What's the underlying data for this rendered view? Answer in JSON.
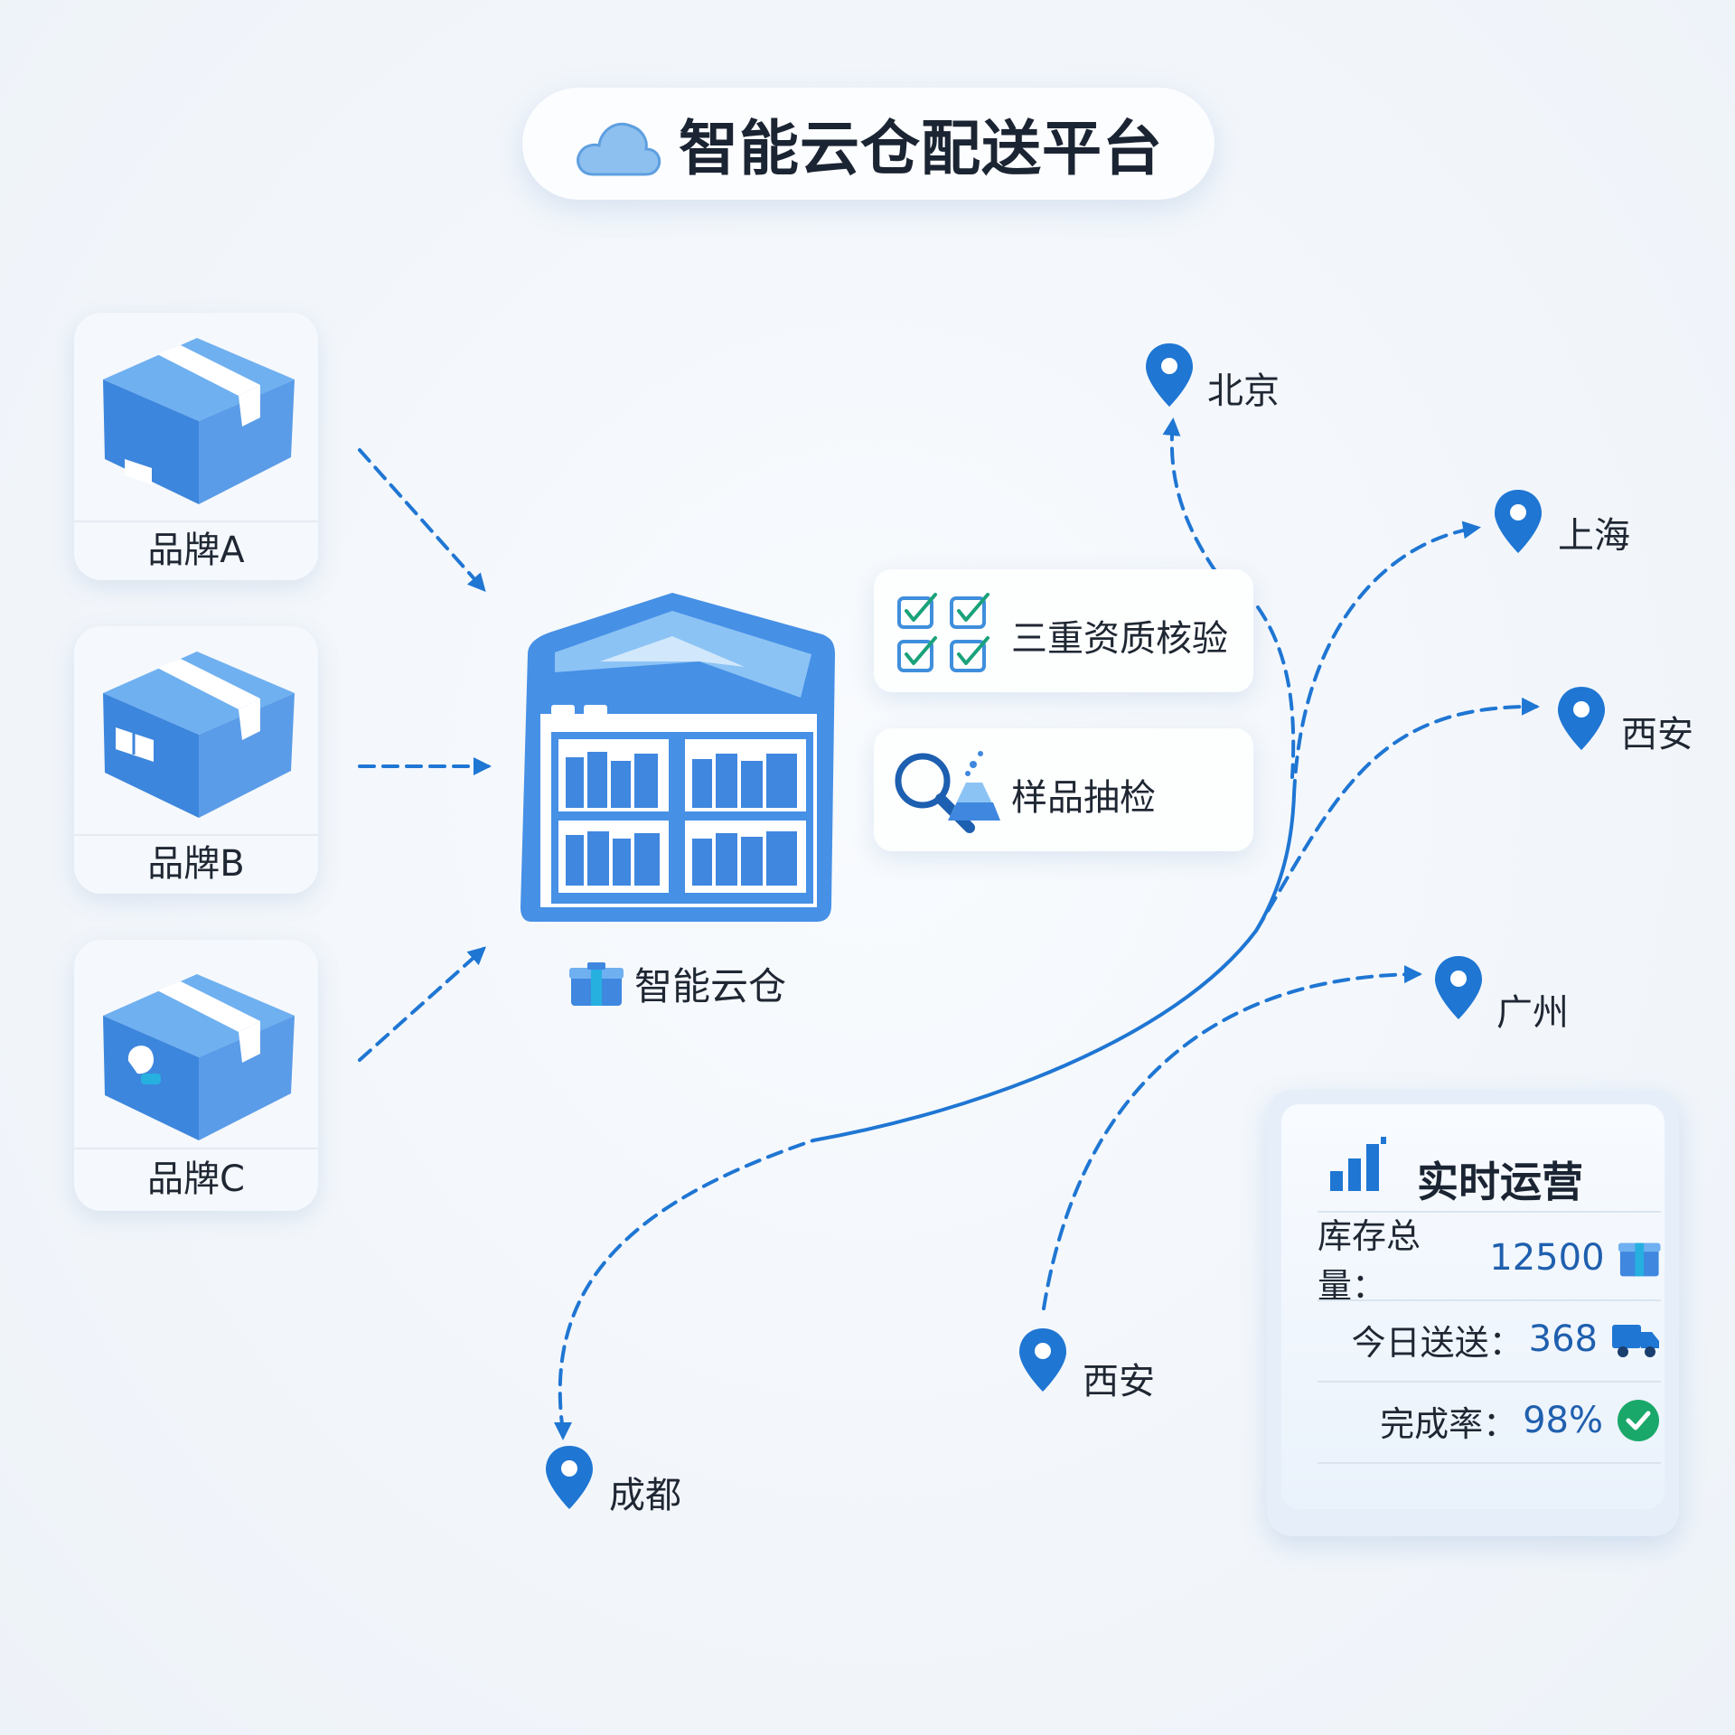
{
  "title": "智能云仓配送平台",
  "brands": [
    {
      "label": "品牌A",
      "icon": "box-icon"
    },
    {
      "label": "品牌B",
      "icon": "box-icon"
    },
    {
      "label": "品牌C",
      "icon": "box-icon"
    }
  ],
  "warehouse": {
    "label": "智能云仓",
    "icon": "warehouse-icon"
  },
  "checks": {
    "qualification": {
      "label": "三重资质核验",
      "icon": "checkbox-icon"
    },
    "sampling": {
      "label": "样品抽检",
      "icon": "magnifier-icon"
    }
  },
  "cities": [
    "北京",
    "上海",
    "西安",
    "广州",
    "西安",
    "成都"
  ],
  "operations": {
    "title": "实时运营",
    "rows": [
      {
        "key": "库存总量：",
        "value": "12500",
        "icon": "box-icon"
      },
      {
        "key": "今日送送：",
        "value": "368",
        "icon": "truck-icon"
      },
      {
        "key": "完成率：",
        "value": "98%",
        "icon": "check-circle-icon"
      }
    ]
  },
  "colors": {
    "primary": "#2f7fdc",
    "box": "#4a90e2",
    "check": "#1aa27a",
    "text": "#1f2733"
  }
}
